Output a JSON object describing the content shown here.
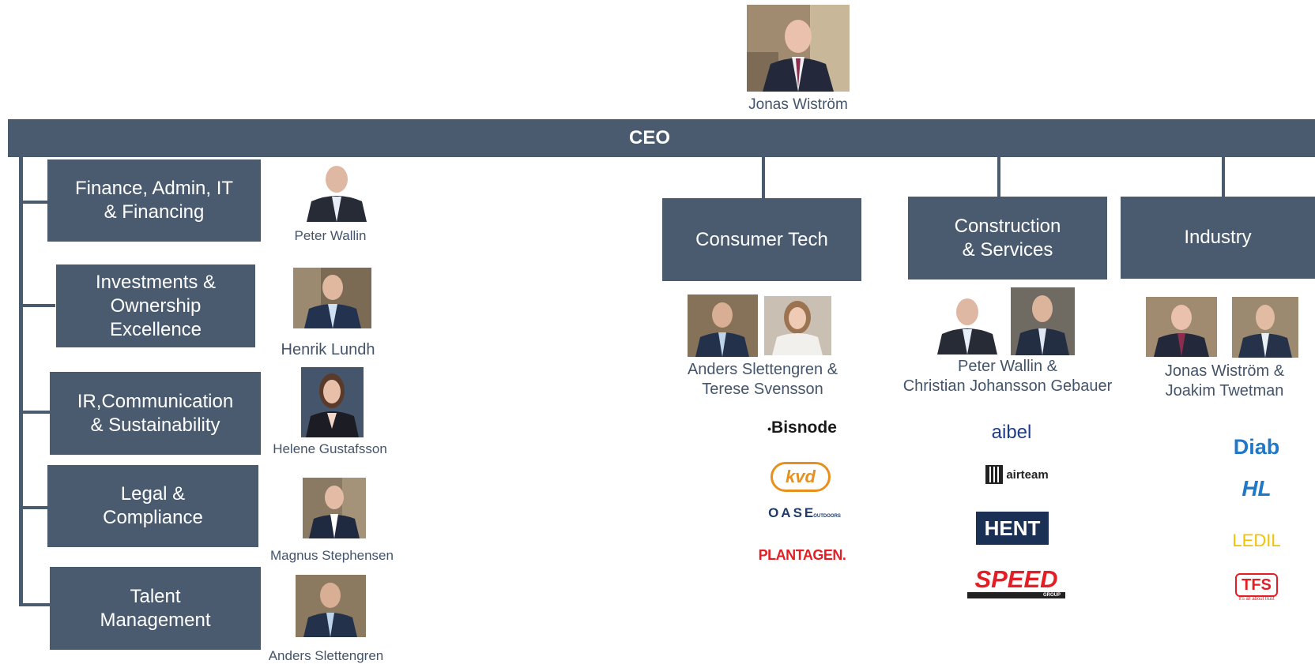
{
  "ceo": {
    "name": "Jonas Wiström",
    "bar_label": "CEO"
  },
  "functions": [
    {
      "label": "Finance, Admin, IT\n& Financing",
      "person": "Peter Wallin"
    },
    {
      "label": "Investments &\nOwnership\nExcellence",
      "person": "Henrik Lundh"
    },
    {
      "label": "IR,Communication\n& Sustainability",
      "person": "Helene Gustafsson"
    },
    {
      "label": "Legal &\nCompliance",
      "person": "Magnus Stephensen"
    },
    {
      "label": "Talent\nManagement",
      "person": "Anders Slettengren"
    }
  ],
  "business_areas": [
    {
      "label": "Consumer Tech",
      "people": "Anders Slettengren &\nTerese Svensson",
      "logos": [
        "Bisnode",
        "kvd",
        "OASE",
        "OUTDOORS",
        "PLANTAGEN."
      ]
    },
    {
      "label": "Construction\n& Services",
      "people": "Peter Wallin &\nChristian Johansson Gebauer",
      "logos": [
        "aibel",
        "airteam",
        "HENT",
        "SPEED",
        "GROUP"
      ]
    },
    {
      "label": "Industry",
      "people": "Jonas Wiström &\nJoakim Twetman",
      "logos": [
        "Diab",
        "HL",
        "LEDIL",
        "TFS",
        "It's all about trust"
      ]
    }
  ],
  "colors": {
    "box": "#4a5b70",
    "name_text": "#44546a"
  }
}
